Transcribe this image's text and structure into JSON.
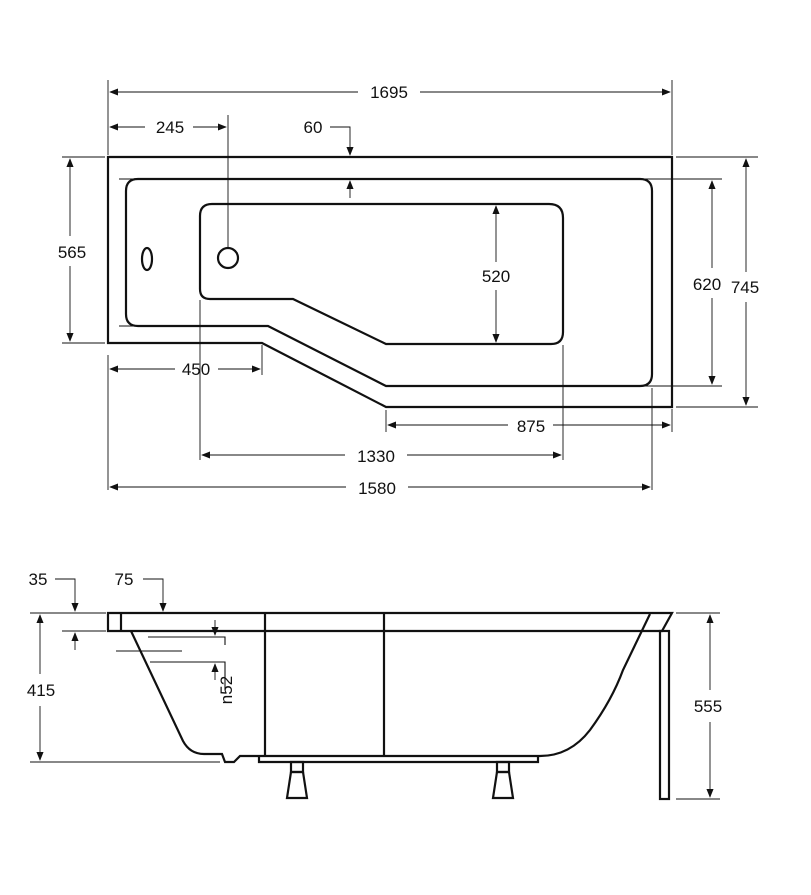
{
  "plan_view": {
    "dimensions": {
      "overall_length": "1695",
      "drain_offset": "245",
      "rim_width": "60",
      "left_width": "565",
      "basin_width": "520",
      "inner_width": "620",
      "overall_width": "745",
      "left_section_length": "450",
      "right_section_length": "875",
      "basin_length": "1330",
      "bottom_length": "1580"
    }
  },
  "side_view": {
    "dimensions": {
      "rim_thickness": "35",
      "rim_overhang": "75",
      "left_depth": "415",
      "overflow_label": "n52",
      "total_height": "555"
    }
  }
}
